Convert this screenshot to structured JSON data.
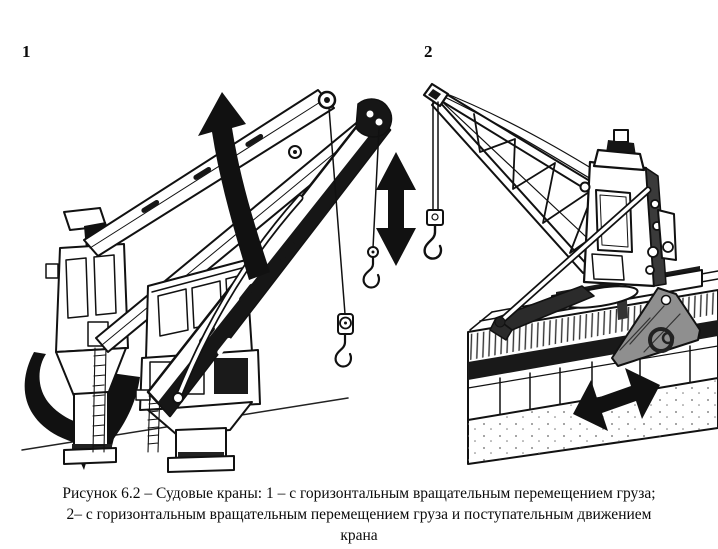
{
  "page": {
    "background": "#ffffff",
    "ink_color": "#111111"
  },
  "figure_labels": {
    "crane1": "1",
    "crane2": "2"
  },
  "caption": {
    "line1": "Рисунок 6.2 – Судовые краны: 1 – с горизонтальным вращательным перемещением груза;",
    "line2": "2– с горизонтальным вращательным перемещением груза и поступательным движением",
    "line3": "крана"
  },
  "icons": {
    "luffing_arrow": "thick curved up arrow",
    "hoist_arrow": "vertical double-headed arrow",
    "travel_arrow": "horizontal double-headed arrow",
    "slewing_arrow": "curved rotation arrow around pedestal base"
  }
}
